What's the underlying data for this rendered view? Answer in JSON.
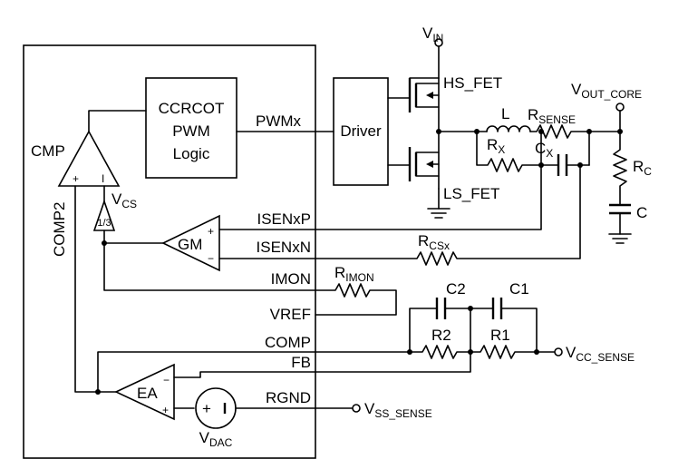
{
  "blocks": {
    "ccrcot": [
      "CCRCOT",
      "PWM",
      "Logic"
    ],
    "driver": "Driver",
    "cmp": "CMP",
    "gm": "GM",
    "ea": "EA",
    "divider": "1/3"
  },
  "signals": {
    "pwmx": "PWMx",
    "isenxp": "ISENxP",
    "isenxn": "ISENxN",
    "imon": "IMON",
    "vref": "VREF",
    "comp": "COMP",
    "fb": "FB",
    "rgnd": "RGND",
    "comp2": "COMP2"
  },
  "components": {
    "hs_fet": "HS_FET",
    "ls_fet": "LS_FET",
    "l": "L",
    "rx": {
      "base": "R",
      "sub": "X"
    },
    "cx": {
      "base": "C",
      "sub": "X"
    },
    "rsense": {
      "base": "R",
      "sub": "SENSE"
    },
    "rc": {
      "base": "R",
      "sub": "C"
    },
    "c": "C",
    "rcsx": {
      "base": "R",
      "sub": "CSx"
    },
    "rimon": {
      "base": "R",
      "sub": "IMON"
    },
    "c1": "C1",
    "c2": "C2",
    "r1": "R1",
    "r2": "R2",
    "vcs": {
      "base": "V",
      "sub": "CS"
    },
    "vdac": {
      "base": "V",
      "sub": "DAC"
    }
  },
  "nets": {
    "vin": {
      "base": "V",
      "sub": "IN"
    },
    "vout_core": {
      "base": "V",
      "sub": "OUT_CORE"
    },
    "vcc_sense": {
      "base": "V",
      "sub": "CC_SENSE"
    },
    "vss_sense": {
      "base": "V",
      "sub": "SS_SENSE"
    }
  },
  "polarity": {
    "plus": "+",
    "minus": "−",
    "ea_minus": "−",
    "cmp_minus": "I"
  }
}
